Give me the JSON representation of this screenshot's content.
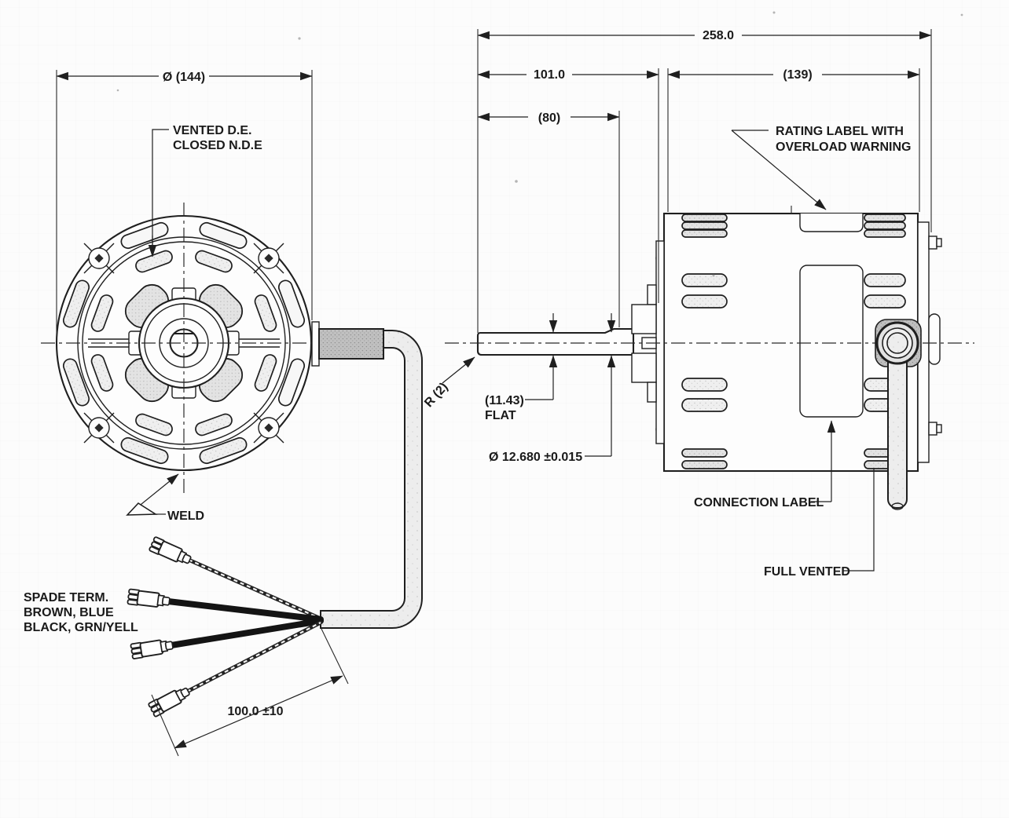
{
  "dimensions": {
    "overall_length": "258.0",
    "shaft_side_length": "101.0",
    "body_length": "(139)",
    "shaft_exposed_length": "(80)",
    "front_diameter": "Ø (144)",
    "flat_value": "(11.43)",
    "flat_word": "FLAT",
    "shaft_diameter": "Ø 12.680 ±0.015",
    "shaft_end_radius": "R (2)",
    "lead_length": "100.0 ±10"
  },
  "labels": {
    "vent_line1": "VENTED D.E.",
    "vent_line2": "CLOSED N.D.E",
    "weld": "WELD",
    "spade_line1": "SPADE TERM.",
    "spade_line2": "BROWN, BLUE",
    "spade_line3": "BLACK, GRN/YELL",
    "rating_line1": "RATING LABEL WITH",
    "rating_line2": "OVERLOAD WARNING",
    "connection": "CONNECTION LABEL",
    "full_vented": "FULL VENTED"
  },
  "colors": {
    "line": "#1f1f1f",
    "paper": "#fcfcfc",
    "shade_light": "#ececec",
    "shade_mid": "#e2e2e2",
    "shade_dark": "#bdbdbd",
    "cable": "#ededed"
  }
}
